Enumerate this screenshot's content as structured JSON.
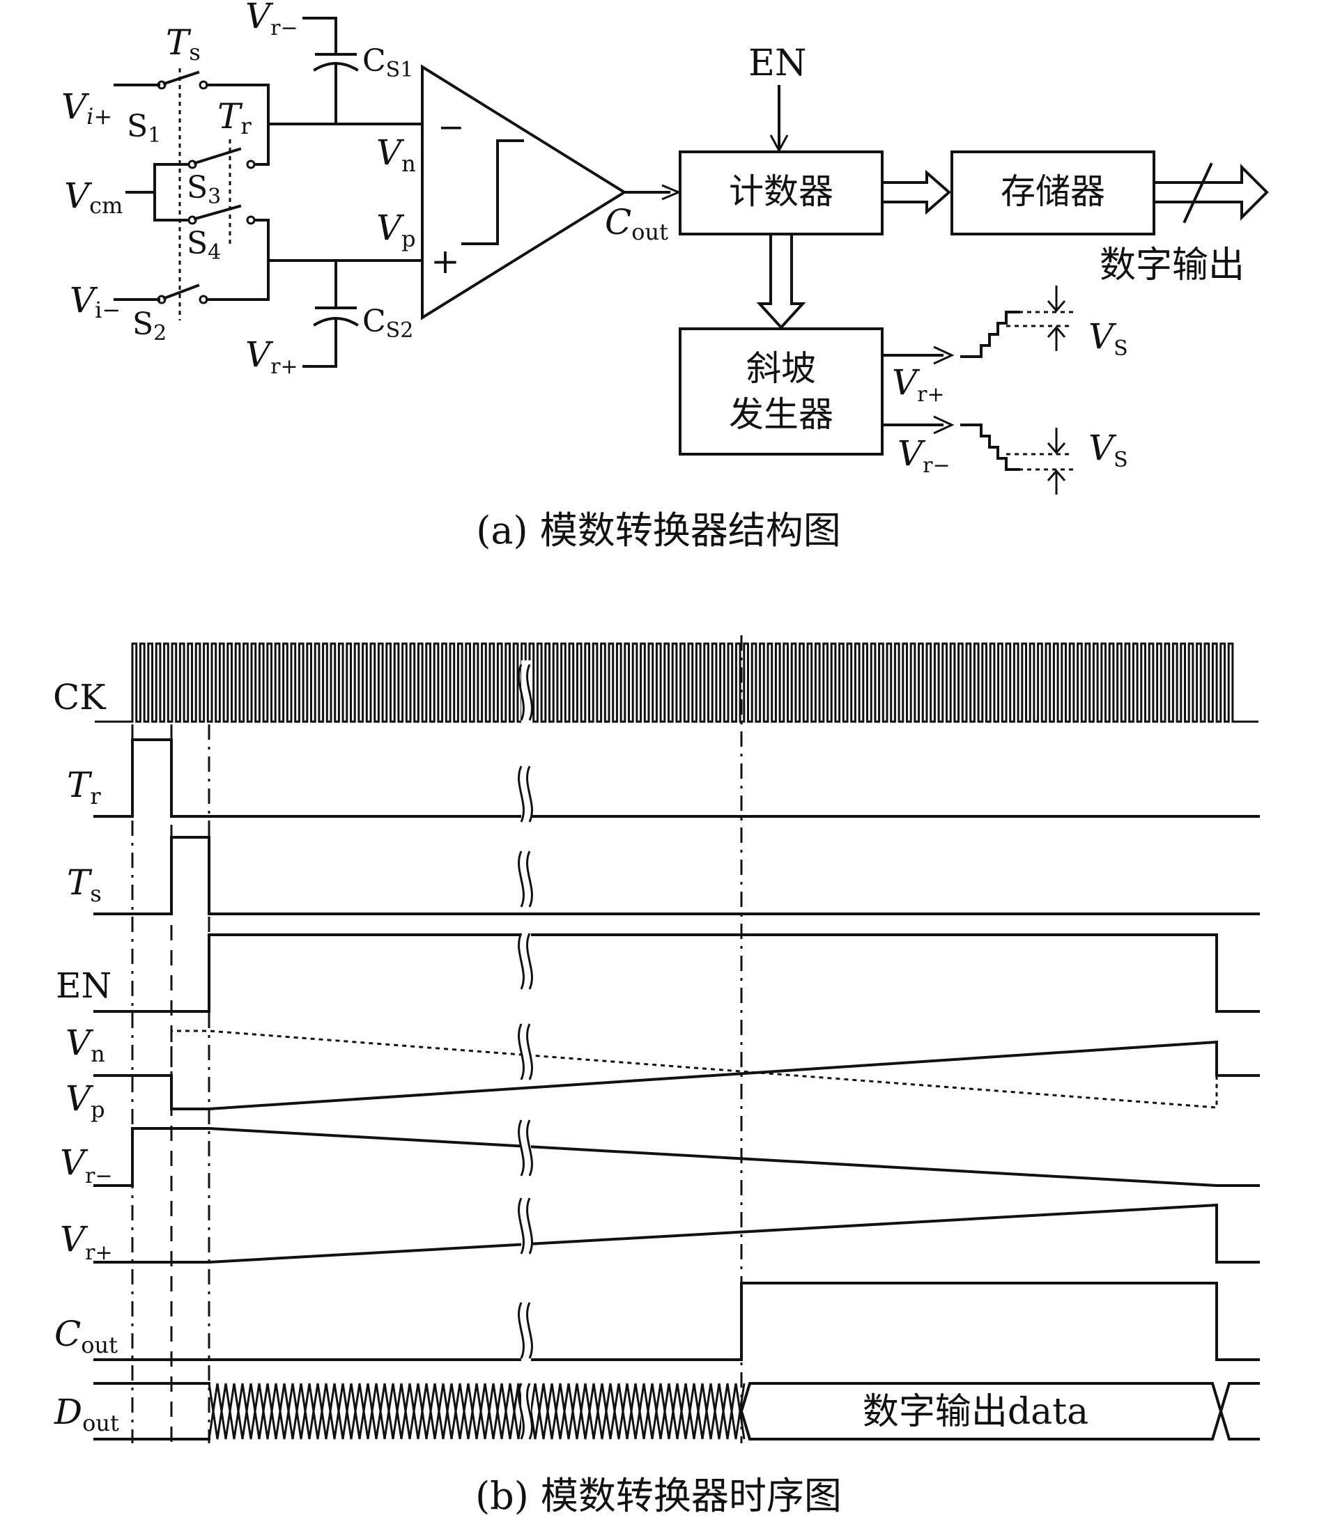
{
  "circuit": {
    "vi_plus": {
      "main": "V",
      "sub": "i+"
    },
    "vcm": {
      "main": "V",
      "sub": "cm"
    },
    "vi_minus": {
      "main": "V",
      "sub": "i−"
    },
    "s1": {
      "main": "S",
      "sub": "1"
    },
    "s2": {
      "main": "S",
      "sub": "2"
    },
    "s3": {
      "main": "S",
      "sub": "3"
    },
    "s4": {
      "main": "S",
      "sub": "4"
    },
    "ts": {
      "main": "T",
      "sub": "s"
    },
    "tr": {
      "main": "T",
      "sub": "r"
    },
    "vr_minus_top": {
      "main": "V",
      "sub": "r−"
    },
    "vr_plus_bottom": {
      "main": "V",
      "sub": "r+"
    },
    "cs1": {
      "main": "C",
      "sub": "S1"
    },
    "cs2": {
      "main": "C",
      "sub": "S2"
    },
    "vn": {
      "main": "V",
      "sub": "n"
    },
    "vp": {
      "main": "V",
      "sub": "p"
    },
    "minus_sign": "−",
    "plus_sign": "+",
    "cout": {
      "main": "C",
      "sub": "out"
    },
    "en": "EN",
    "counter": "计数器",
    "memory": "存储器",
    "digital_output": "数字输出",
    "ramp_line1": "斜坡",
    "ramp_line2": "发生器",
    "ramp_vr_plus": {
      "main": "V",
      "sub": "r+"
    },
    "ramp_vr_minus": {
      "main": "V",
      "sub": "r−"
    },
    "vs_top": {
      "main": "V",
      "sub": "S"
    },
    "vs_bottom": {
      "main": "V",
      "sub": "S"
    }
  },
  "caption_a": "(a) 模数转换器结构图",
  "timing": {
    "signals": [
      {
        "main": "CK",
        "sub": ""
      },
      {
        "main": "T",
        "sub": "r"
      },
      {
        "main": "T",
        "sub": "s"
      },
      {
        "main": "EN",
        "sub": ""
      },
      {
        "main": "V",
        "sub": "n"
      },
      {
        "main": "V",
        "sub": "p"
      },
      {
        "main": "V",
        "sub": "r−"
      },
      {
        "main": "V",
        "sub": "r+"
      },
      {
        "main": "C",
        "sub": "out"
      },
      {
        "main": "D",
        "sub": "out"
      }
    ],
    "dout_label": "数字输出data"
  },
  "caption_b": "(b) 模数转换器时序图"
}
